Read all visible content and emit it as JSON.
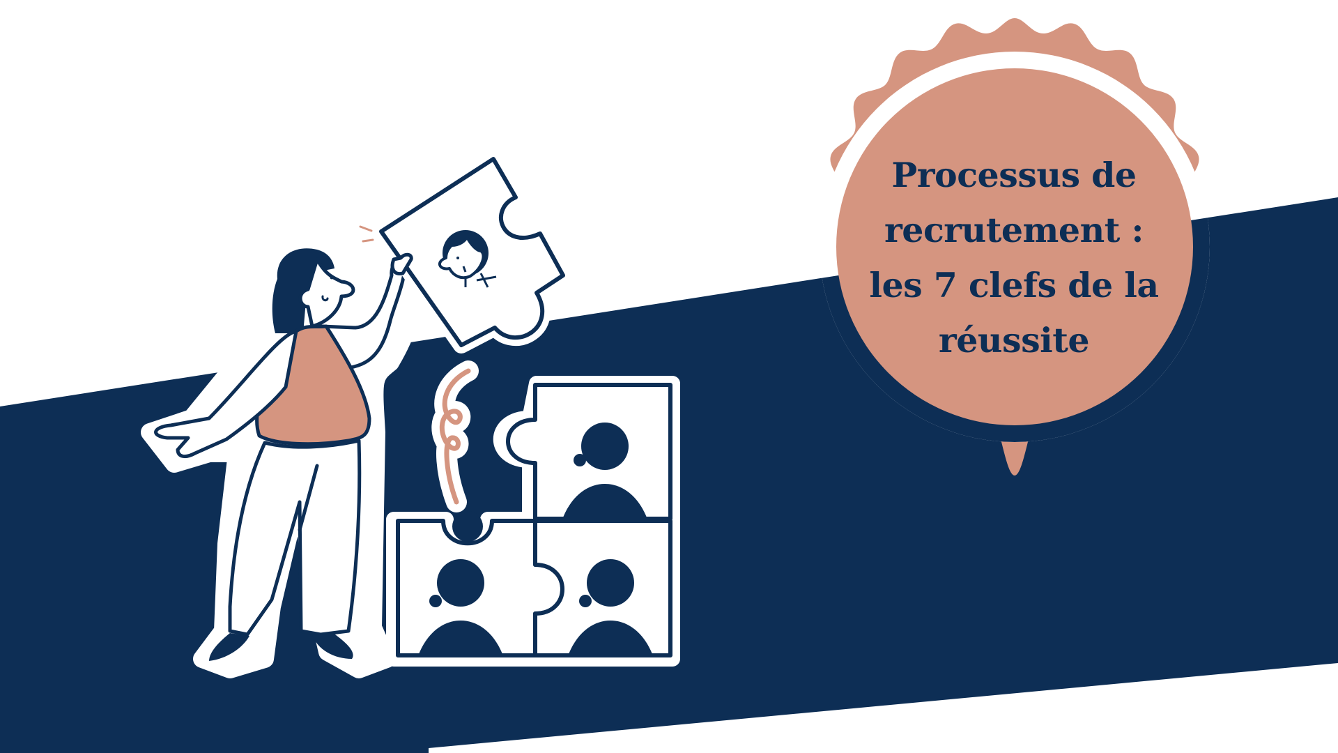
{
  "colors": {
    "navy": "#0d2e55",
    "terracotta": "#d59580",
    "white": "#ffffff"
  },
  "badge": {
    "title_lines": [
      "Processus de",
      "recrutement :",
      "les 7 clefs de la",
      "réussite"
    ],
    "shape": "scalloped-seal-badge"
  },
  "illustration": {
    "subject": "woman-placing-puzzle-piece",
    "held_piece": "puzzle-piece-with-man-portrait",
    "grid_pieces": [
      "puzzle-piece-person-silhouette-top-right",
      "puzzle-piece-person-silhouette-bottom-left",
      "puzzle-piece-person-silhouette-bottom-right"
    ],
    "missing_slot": "top-left"
  }
}
